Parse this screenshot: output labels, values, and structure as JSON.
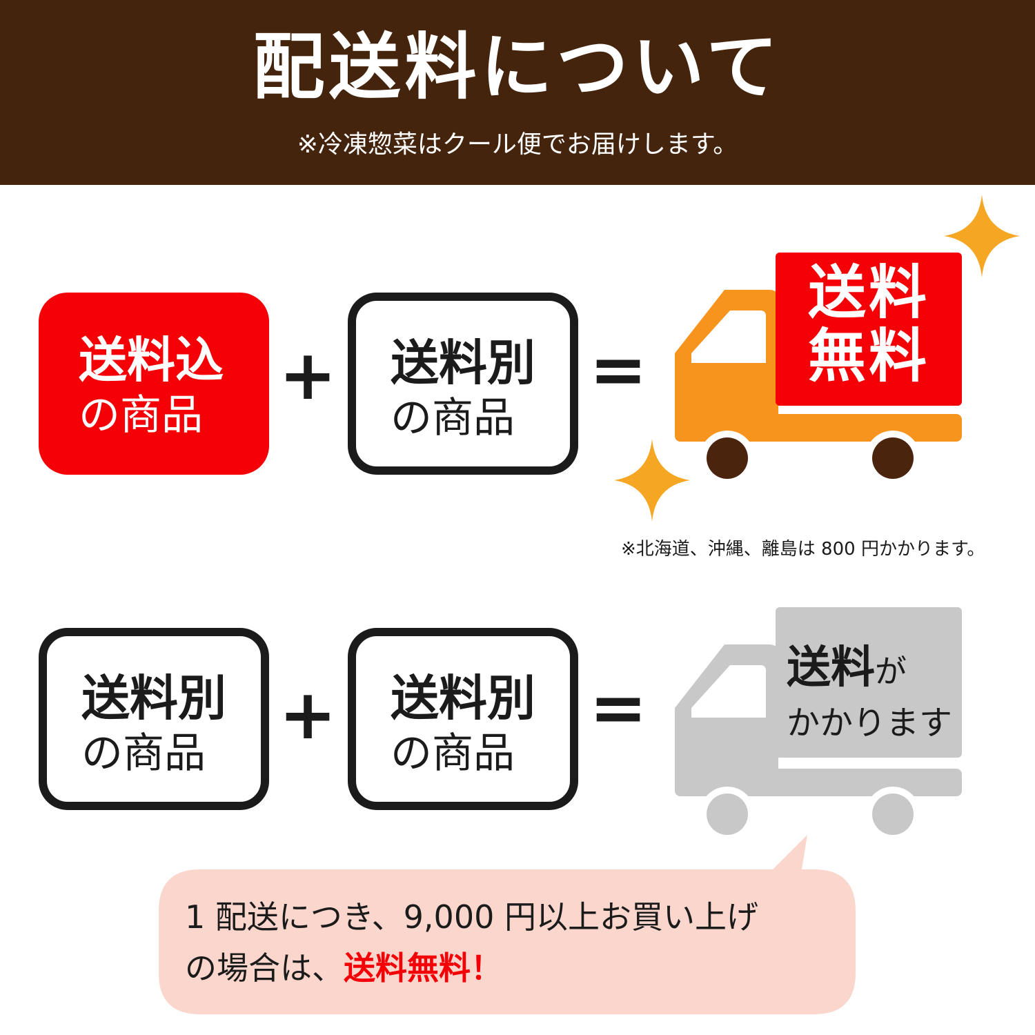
{
  "header": {
    "title": "配送料について",
    "subtitle": "※冷凍惣菜はクール便でお届けします。",
    "background_color": "#45240d"
  },
  "row1": {
    "box_a": {
      "line1": "送料込",
      "line2": "の商品",
      "style": "red-filled"
    },
    "plus": "+",
    "box_b": {
      "line1": "送料別",
      "line2": "の商品",
      "style": "outlined"
    },
    "equals": "=",
    "truck": {
      "color": "#f7941d",
      "tag_color": "#f40006",
      "tag_line1": "送料",
      "tag_line2": "無料",
      "icons": [
        "truck-icon",
        "sparkle-icon",
        "sparkle-icon"
      ]
    },
    "note": "※北海道、沖縄、離島は 800 円かかります。"
  },
  "row2": {
    "box_a": {
      "line1": "送料別",
      "line2": "の商品",
      "style": "outlined"
    },
    "plus": "+",
    "box_b": {
      "line1": "送料別",
      "line2": "の商品",
      "style": "outlined"
    },
    "equals": "=",
    "truck": {
      "color": "#c8c8c8",
      "tag_color": "#c8c8c8",
      "tag_bold": "送料",
      "tag_small": "が",
      "tag_line2": "かかります",
      "icons": [
        "truck-icon"
      ]
    }
  },
  "bubble": {
    "background_color": "#fbd6cd",
    "line1": "1 配送につき、9,000 円以上お買い上げ",
    "line2_prefix": "の場合は、",
    "line2_emphasis": "送料無料！"
  },
  "colors": {
    "accent_red": "#f40006",
    "text_dark": "#1b1b1b",
    "wheel_brown": "#4a240c"
  }
}
